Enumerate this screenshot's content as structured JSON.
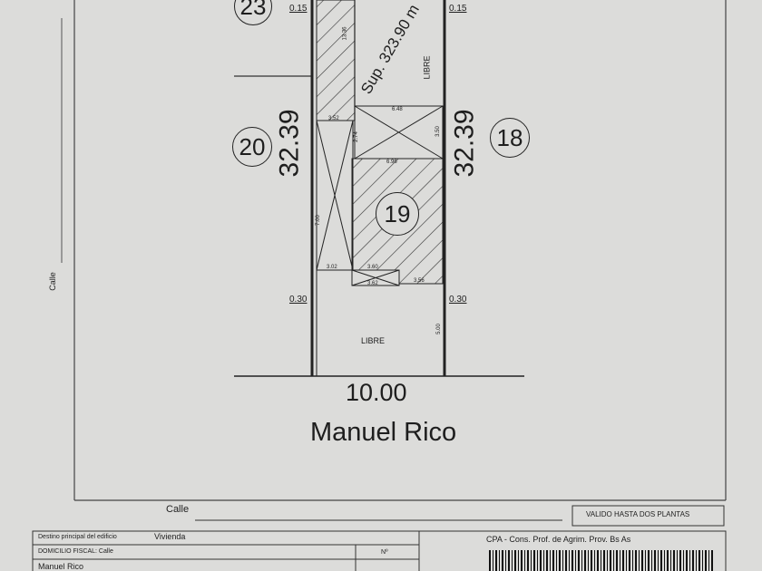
{
  "plan": {
    "lot_numbers": {
      "top": "23",
      "left": "20",
      "right": "18",
      "center": "19"
    },
    "surface": "Sup. 323.90 m",
    "side_left": "32.39",
    "side_right": "32.39",
    "front_width": "10.00",
    "street_name": "Manuel Rico",
    "libre_top": "LIBRE",
    "libre_bottom": "LIBRE",
    "offset_top_left": "0.15",
    "offset_top_right": "0.15",
    "offset_bottom_left": "0.30",
    "offset_bottom_right": "0.30",
    "side_street_label": "Calle",
    "small_dims": [
      "13.36",
      "3.52",
      "6.48",
      "3.50",
      "6.96",
      "2.74",
      "7.00",
      "3.02",
      "3.60",
      "3.56",
      "3.62",
      "5.00"
    ]
  },
  "footer": {
    "calle_label": "Calle",
    "valid_note": "VALIDO HASTA DOS PLANTAS",
    "destino_label": "Destino principal del edificio",
    "destino_value": "Vivienda",
    "domicilio_label": "DOMICILIO FISCAL: Calle",
    "numero_label": "Nº",
    "domicilio_value": "Manuel Rico",
    "cpa": "CPA - Cons. Prof. de Agrim. Prov. Bs As"
  }
}
